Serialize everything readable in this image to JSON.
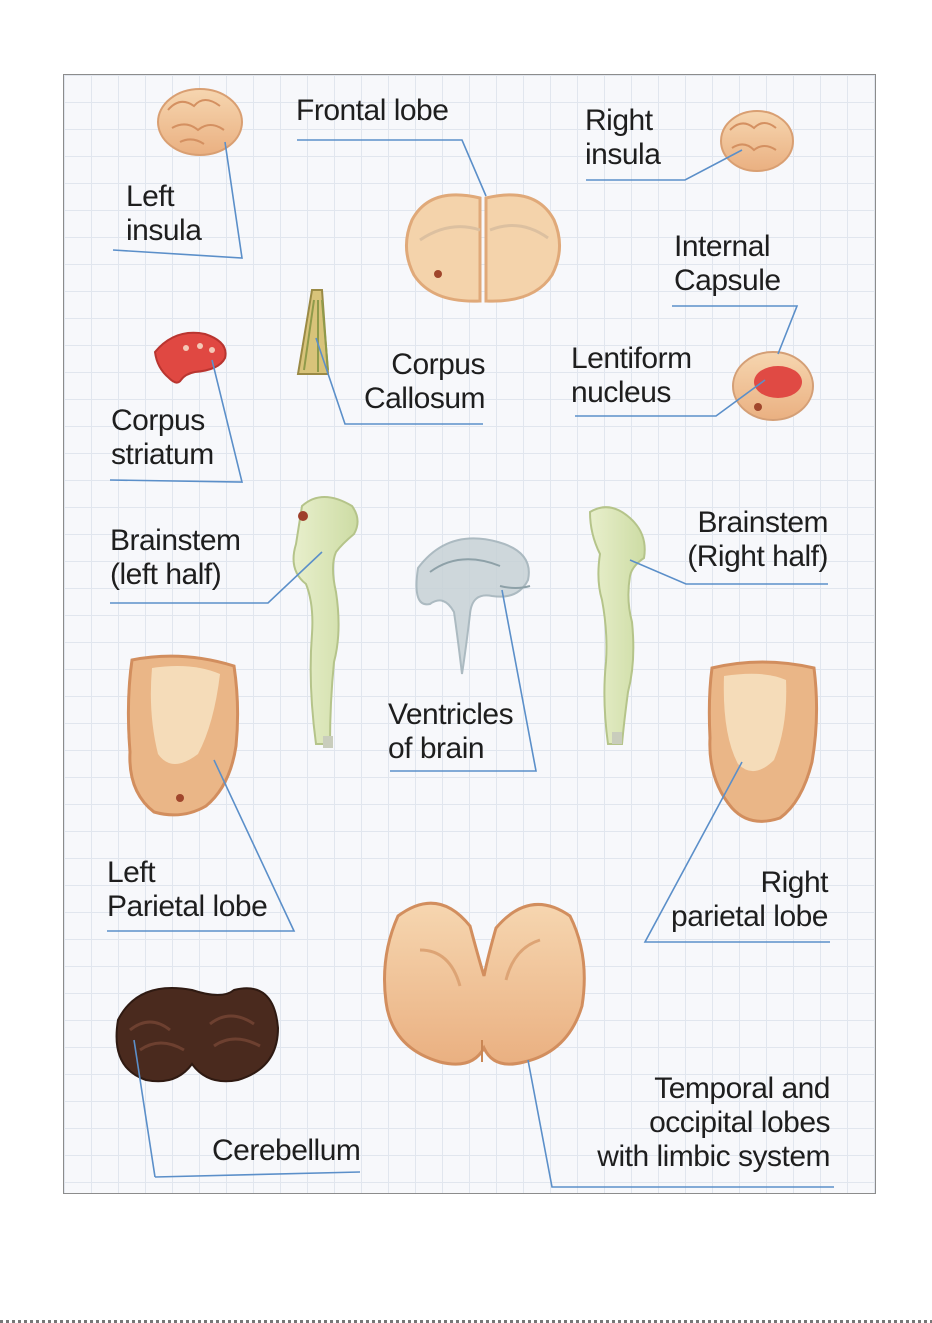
{
  "labels": {
    "frontal_lobe": [
      "Frontal lobe"
    ],
    "right_insula": [
      "Right",
      "insula"
    ],
    "left_insula": [
      "Left",
      "insula"
    ],
    "internal_capsule": [
      "Internal",
      "Capsule"
    ],
    "corpus_callosum": [
      "Corpus",
      "Callosum"
    ],
    "lentiform_nucleus": [
      "Lentiform",
      "nucleus"
    ],
    "corpus_striatum": [
      "Corpus",
      "striatum"
    ],
    "brainstem_left": [
      "Brainstem",
      "(left half)"
    ],
    "brainstem_right": [
      "Brainstem",
      "(Right half)"
    ],
    "ventricles": [
      "Ventricles",
      "of brain"
    ],
    "left_parietal": [
      "Left",
      "Parietal lobe"
    ],
    "right_parietal": [
      "Right",
      "parietal lobe"
    ],
    "cerebellum": [
      "Cerebellum"
    ],
    "temporal_occipital": [
      "Temporal and",
      "occipital lobes",
      "with limbic system"
    ]
  },
  "colors": {
    "leader_line": "#5b8fc9",
    "brain_tissue": "#f3c89a",
    "striatum": "#e14a43",
    "brainstem": "#dfe9bf",
    "cerebellum": "#4a2a1e",
    "ventricles": "#b9c6cc"
  }
}
